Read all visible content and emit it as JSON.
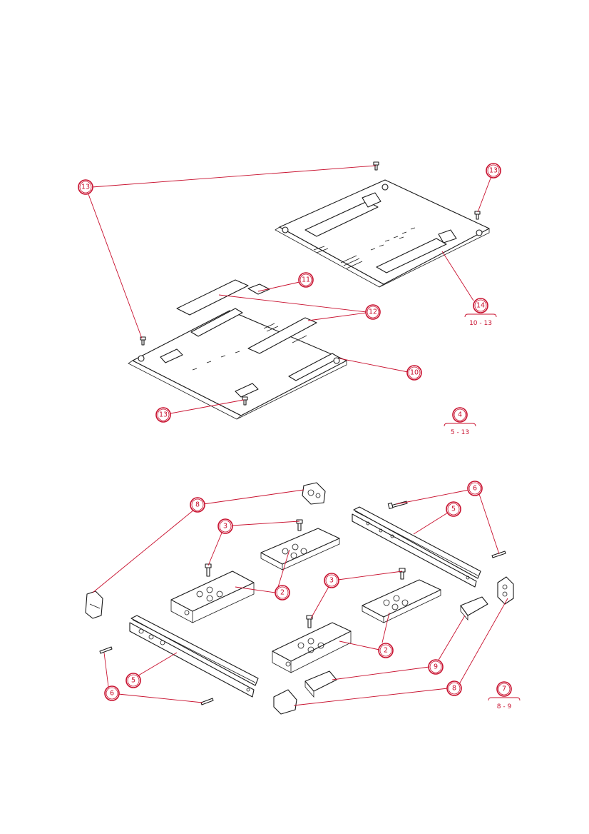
{
  "callouts": {
    "c13a": "13",
    "c13b": "13",
    "c13c": "13",
    "c11": "11",
    "c12": "12",
    "c10": "10",
    "c14": "14",
    "c4": "4",
    "c8a": "8",
    "c8b": "8",
    "c3a": "3",
    "c3b": "3",
    "c6a": "6",
    "c6b": "6",
    "c5a": "5",
    "c5b": "5",
    "c2a": "2",
    "c2b": "2",
    "c9": "9",
    "c7": "7"
  },
  "assemblies": {
    "a14": "10 - 13",
    "a4": "5 - 13",
    "a7": "8 - 9"
  },
  "colors": {
    "callout": "#c8102e",
    "line": "#1a1a1a"
  }
}
